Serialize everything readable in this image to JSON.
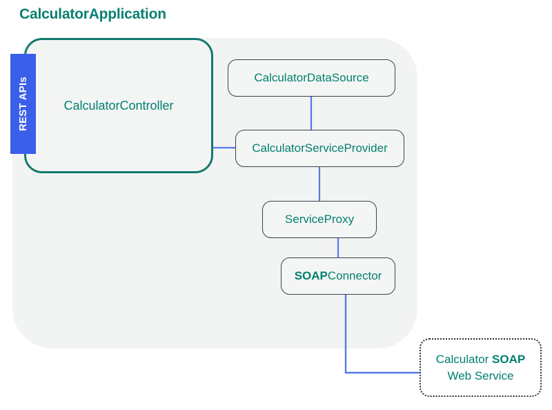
{
  "diagram": {
    "title": "CalculatorApplication",
    "colors": {
      "accent_teal": "#00806e",
      "title_teal": "#0a7f71",
      "controller_border": "#12796c",
      "connector_blue": "#5578e8",
      "badge_blue": "#3b5fe8",
      "container_gray": "#f2f4f3",
      "node_border": "#3c4043"
    },
    "badge": {
      "label": "REST APIs"
    },
    "nodes": [
      {
        "id": "calculator-controller",
        "label": "CalculatorController",
        "bold_prefix": ""
      },
      {
        "id": "calculator-data-source",
        "label": "CalculatorDataSource",
        "bold_prefix": ""
      },
      {
        "id": "calculator-service-provider",
        "label": "CalculatorServiceProvider",
        "bold_prefix": ""
      },
      {
        "id": "service-proxy",
        "label": "ServiceProxy",
        "bold_prefix": ""
      },
      {
        "id": "soap-connector",
        "label": "Connector",
        "bold_prefix": "SOAP"
      }
    ],
    "external_service": {
      "line1_plain": "Calculator ",
      "line1_bold": "SOAP",
      "line2": "Web Service"
    }
  }
}
